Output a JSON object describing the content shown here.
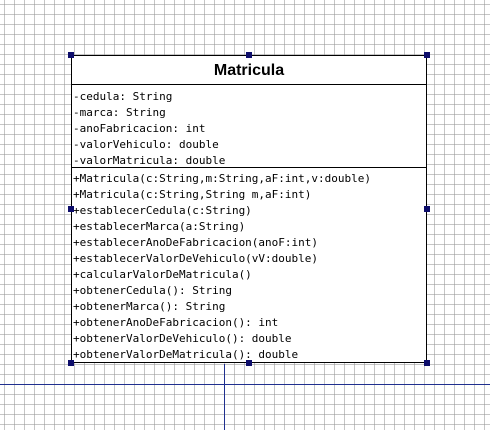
{
  "diagram": {
    "class_name": "Matricula",
    "attributes": [
      "-cedula: String",
      "-marca: String",
      "-anoFabricacion: int",
      "-valorVehiculo: double",
      "-valorMatricula: double"
    ],
    "operations": [
      "+Matricula(c:String,m:String,aF:int,v:double)",
      "+Matricula(c:String,String m,aF:int)",
      "+establecerCedula(c:String)",
      "+establecerMarca(a:String)",
      "+establecerAnoDeFabricacion(anoF:int)",
      "+establecerValorDeVehiculo(vV:double)",
      "+calcularValorDeMatricula()",
      "+obtenerCedula(): String",
      "+obtenerMarca(): String",
      "+obtenerAnoDeFabricacion(): int",
      "+obtenerValorDeVehiculo(): double",
      "+obtenerValorDeMatricula(): double"
    ]
  },
  "colors": {
    "grid": "#969696",
    "guide": "#1f2f8f",
    "handle": "#0d0d6b",
    "border": "#000000"
  }
}
